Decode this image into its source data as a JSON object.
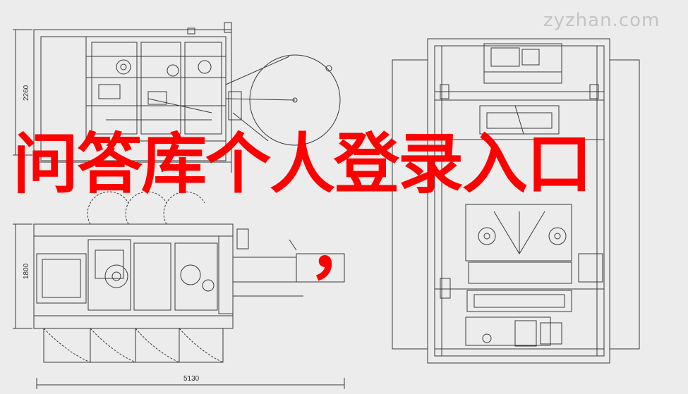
{
  "title": "问答库个人登录入口",
  "punctuation": "，",
  "watermark": "zyzhan.com",
  "dimensions": {
    "height_top": "2260",
    "height_bottom": "1800",
    "width_total": "5130"
  },
  "colors": {
    "title": "#ff0000",
    "line": "#3a3a3a",
    "background": "#ececec"
  }
}
